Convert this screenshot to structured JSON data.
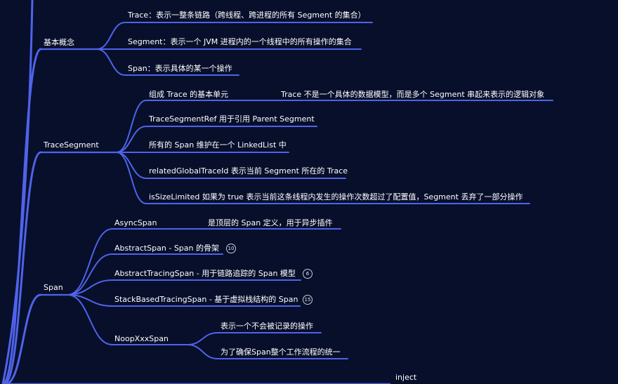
{
  "colors": {
    "background": "#070f2b",
    "branch": "#4f63ea",
    "text": "#ffffff"
  },
  "mindmap": {
    "basic_concept": {
      "label": "基本概念",
      "children": [
        "Trace：表示一整条链路（跨线程、跨进程的所有 Segment 的集合）",
        "Segment：表示一个 JVM 进程内的一个线程中的所有操作的集合",
        "Span：表示具体的某一个操作"
      ]
    },
    "trace_segment": {
      "label": "TraceSegment",
      "children": [
        {
          "label": "组成 Trace 的基本单元",
          "child": "Trace 不是一个具体的数据模型，而是多个 Segment 串起来表示的逻辑对象"
        },
        {
          "label": "TraceSegmentRef 用于引用 Parent Segment"
        },
        {
          "label": "所有的 Span 维护在一个 LinkedList 中"
        },
        {
          "label": "relatedGlobalTraceId 表示当前 Segment 所在的 Trace"
        },
        {
          "label": "isSizeLimited 如果为 true 表示当前这条线程内发生的操作次数超过了配置值，Segment 丢弃了一部分操作"
        }
      ]
    },
    "span": {
      "label": "Span",
      "children": [
        {
          "label": "AsyncSpan",
          "child": "是顶层的 Span 定义，用于异步插件"
        },
        {
          "label": "AbstractSpan - Span 的骨架",
          "badge": "10"
        },
        {
          "label": "AbstractTracingSpan - 用于链路追踪的 Span 模型",
          "badge": "6"
        },
        {
          "label": "StackBasedTracingSpan - 基于虚拟栈结构的 Span",
          "badge": "15"
        },
        {
          "label": "NoopXxxSpan",
          "children": [
            "表示一个不会被记录的操作",
            "为了确保Span整个工作流程的统一"
          ]
        }
      ]
    },
    "inject": {
      "label": "inject"
    }
  }
}
